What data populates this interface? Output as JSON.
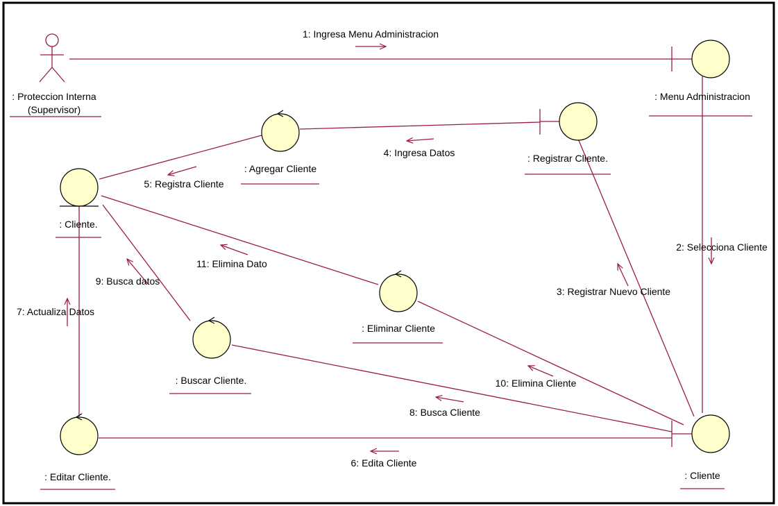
{
  "colors": {
    "background": "#ffffff",
    "frame": "#000000",
    "link": "#9b1b4b",
    "node_fill": "#ffffcc",
    "node_stroke": "#000000",
    "underline": "#9b1b4b"
  },
  "diagram": {
    "type": "uml-collaboration-diagram",
    "nodes": [
      {
        "id": "actor",
        "kind": "actor",
        "label_lines": [
          ": Proteccion Interna",
          "(Supervisor)"
        ]
      },
      {
        "id": "menu",
        "kind": "boundary",
        "label": ": Menu Administracion"
      },
      {
        "id": "registrar",
        "kind": "boundary",
        "label": ": Registrar Cliente."
      },
      {
        "id": "agregar",
        "kind": "control",
        "label": ": Agregar Cliente"
      },
      {
        "id": "clienteEntity",
        "kind": "entity",
        "label": ": Cliente."
      },
      {
        "id": "eliminar",
        "kind": "control",
        "label": ": Eliminar  Cliente"
      },
      {
        "id": "buscar",
        "kind": "control",
        "label": ": Buscar Cliente."
      },
      {
        "id": "editar",
        "kind": "control",
        "label": ": Editar Cliente."
      },
      {
        "id": "clienteBoundary",
        "kind": "boundary",
        "label": ": Cliente"
      }
    ],
    "messages": [
      {
        "id": "m1",
        "label": "1: Ingresa Menu Administracion"
      },
      {
        "id": "m2",
        "label": "2: Selecciona Cliente"
      },
      {
        "id": "m3",
        "label": "3: Registrar Nuevo Cliente"
      },
      {
        "id": "m4",
        "label": "4: Ingresa Datos"
      },
      {
        "id": "m5",
        "label": "5: Registra Cliente"
      },
      {
        "id": "m6",
        "label": "6: Edita Cliente"
      },
      {
        "id": "m7",
        "label": "7: Actualiza Datos"
      },
      {
        "id": "m8",
        "label": "8: Busca Cliente"
      },
      {
        "id": "m9",
        "label": "9: Busca datos"
      },
      {
        "id": "m10",
        "label": "10: Elimina Cliente"
      },
      {
        "id": "m11",
        "label": "11: Elimina Dato"
      }
    ]
  }
}
